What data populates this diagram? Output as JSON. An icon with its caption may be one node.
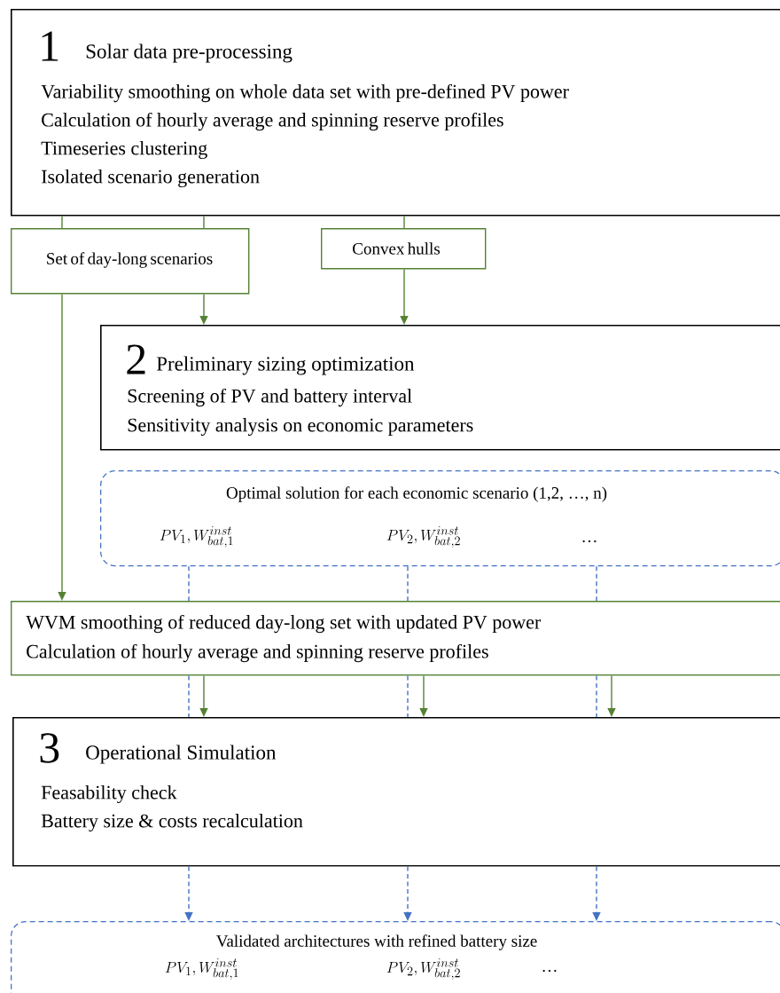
{
  "diagram": {
    "nodes": [
      {
        "text": [
          "1",
          "Solar data pre-processing",
          "Variability smoothing on whole data set with pre-defined PV power",
          "Calculation of hourly average and spinning reserve profiles",
          "Timeseries clustering",
          "Isolated scenario generation"
        ]
      },
      {
        "text": [
          "Set of day-long scenarios"
        ]
      },
      {
        "text": [
          "Convex hulls"
        ]
      },
      {
        "text": [
          "2",
          "Preliminary sizing optimization",
          "Screening of PV and battery interval",
          "Sensitivity analysis on economic parameters"
        ]
      },
      {
        "text": [
          "Optimal solution for each economic scenario (1,2, …, n)"
        ]
      },
      {
        "text": [
          "WVM smoothing of reduced day-long set with updated PV power",
          "Calculation of hourly average and spinning reserve profiles"
        ]
      },
      {
        "text": [
          "3",
          "Operational Simulation",
          "Feasability check",
          "Battery size & costs recalculation"
        ]
      },
      {
        "text": [
          "Validated architectures with refined battery size"
        ]
      }
    ],
    "edges": [
      {
        "from": 0,
        "to": 1,
        "arrow": "none"
      },
      {
        "from": 0,
        "to": 1,
        "arrow": "none"
      },
      {
        "from": 0,
        "to": 2,
        "arrow": "none"
      },
      {
        "from": 1,
        "to": 3,
        "arrow": "to"
      },
      {
        "from": 2,
        "to": 3,
        "arrow": "to"
      },
      {
        "from": 1,
        "to": 5,
        "arrow": "to"
      },
      {
        "from": 4,
        "to": 5,
        "arrow": "none",
        "style": "dashed",
        "color": "#4472c4"
      },
      {
        "from": 4,
        "to": 5,
        "arrow": "none",
        "style": "dashed",
        "color": "#4472c4"
      },
      {
        "from": 4,
        "to": 5,
        "arrow": "none",
        "style": "dashed",
        "color": "#4472c4"
      },
      {
        "from": 5,
        "to": 6,
        "arrow": "to"
      },
      {
        "from": 5,
        "to": 6,
        "arrow": "to"
      },
      {
        "from": 5,
        "to": 6,
        "arrow": "to"
      },
      {
        "from": 5,
        "to": 6,
        "arrow": "none",
        "style": "dashed",
        "color": "#4472c4"
      },
      {
        "from": 5,
        "to": 6,
        "arrow": "none",
        "style": "dashed",
        "color": "#4472c4"
      },
      {
        "from": 5,
        "to": 6,
        "arrow": "none",
        "style": "dashed",
        "color": "#4472c4"
      },
      {
        "from": 6,
        "to": 7,
        "arrow": "to",
        "style": "dashed",
        "color": "#4472c4"
      },
      {
        "from": 6,
        "to": 7,
        "arrow": "to",
        "style": "dashed",
        "color": "#4472c4"
      },
      {
        "from": 6,
        "to": 7,
        "arrow": "to",
        "style": "dashed",
        "color": "#4472c4"
      }
    ],
    "labels": [
      "PV_1, W_{bat,1}^{inst}",
      "PV_2, W_{bat,2}^{inst}",
      "…",
      "PV_1, W_{bat,1}^{inst}",
      "PV_2, W_{bat,2}^{inst}",
      "…"
    ]
  }
}
